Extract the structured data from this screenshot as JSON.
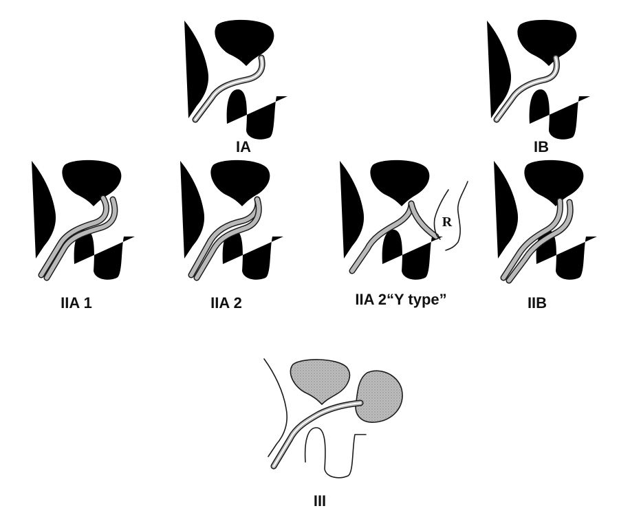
{
  "figure": {
    "panels": [
      {
        "id": "ia",
        "label": "IA"
      },
      {
        "id": "ib",
        "label": "IB"
      },
      {
        "id": "iia1",
        "label": "IIA 1"
      },
      {
        "id": "iia2",
        "label": "IIA 2"
      },
      {
        "id": "iia2y",
        "label": "IIA 2“Y type”",
        "annotation": "R"
      },
      {
        "id": "iib",
        "label": "IIB"
      },
      {
        "id": "iii",
        "label": "III"
      }
    ],
    "colors": {
      "line": "#1a1a1a",
      "shade": "#b9b9b9",
      "background": "#ffffff"
    }
  }
}
